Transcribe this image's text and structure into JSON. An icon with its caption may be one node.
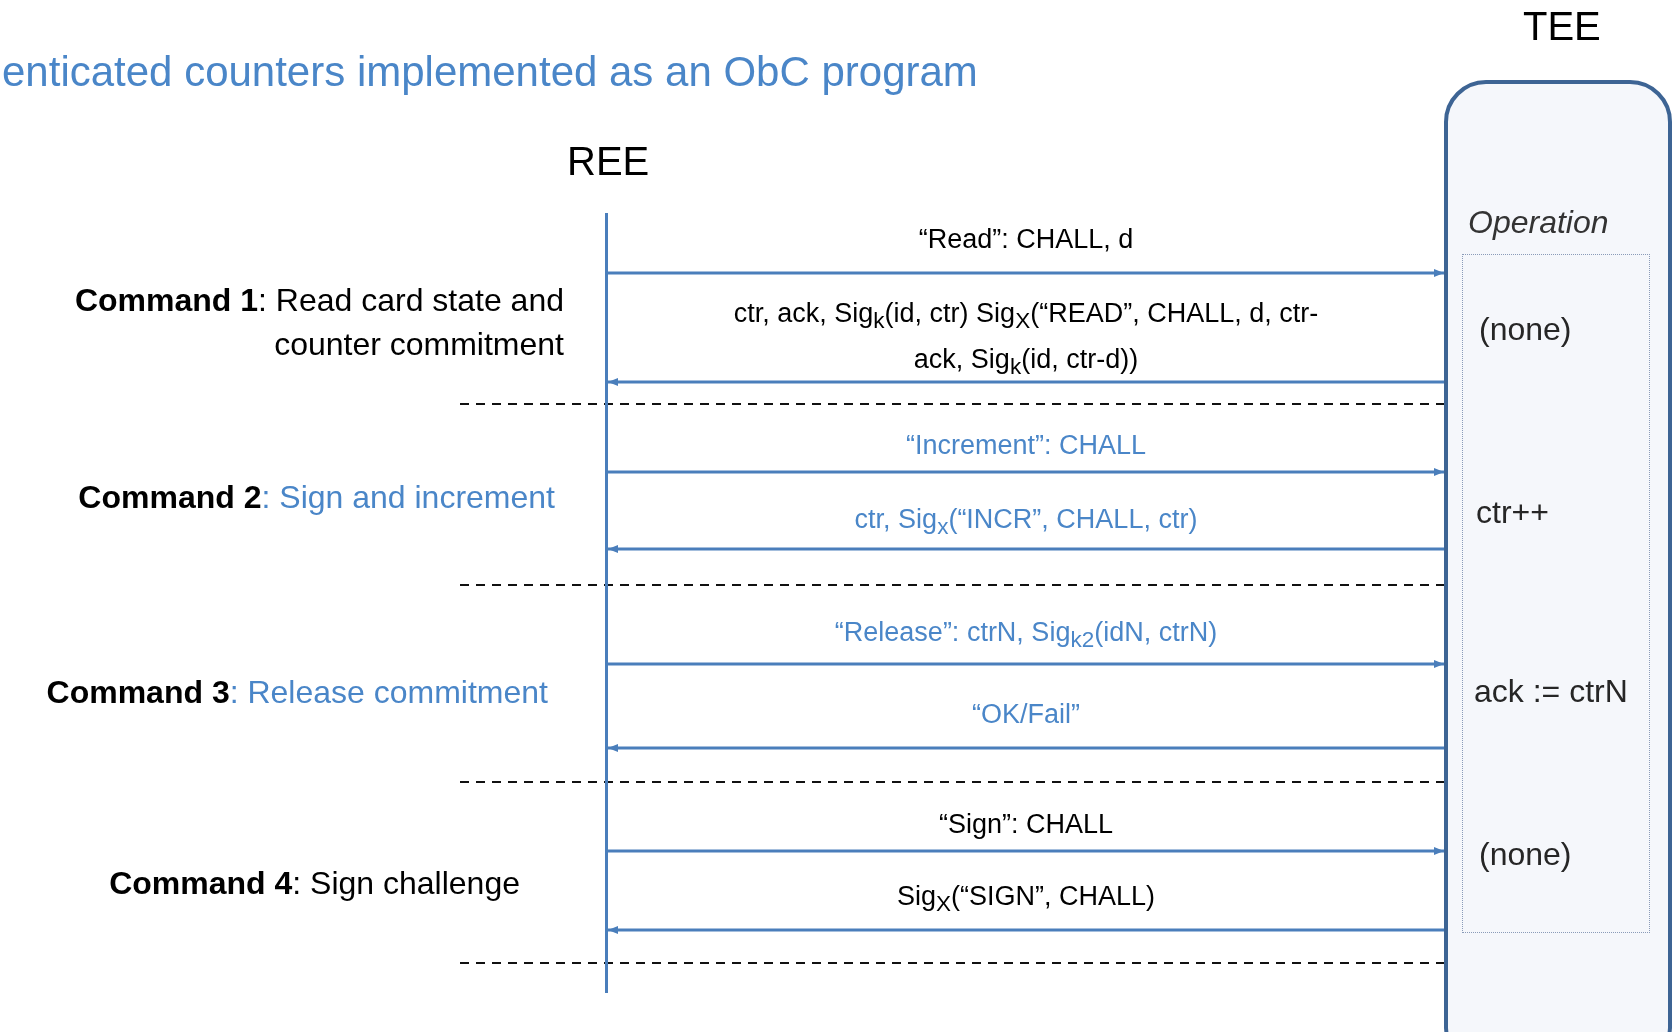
{
  "diagram": {
    "title": "enticated counters implemented as an ObC program",
    "nodes": [
      {
        "text": [
          "REE"
        ]
      },
      {
        "text": [
          "TEE",
          "Operation"
        ]
      }
    ],
    "edges": [
      {
        "from": 0,
        "to": 1,
        "arrow": "to",
        "label": "“Read”: CHALL, d"
      },
      {
        "from": 1,
        "to": 0,
        "arrow": "to",
        "label": "ctr, ack, Sig$_{k}$(id, ctr) Sig$_{X}$(“READ”, CHALL, d, ctr-ack, Sig$_{k}$(id, ctr-d))"
      },
      {
        "from": 0,
        "to": 1,
        "arrow": "to",
        "label": "“Increment”: CHALL"
      },
      {
        "from": 1,
        "to": 0,
        "arrow": "to",
        "label": "ctr, Sig$_{x}$(“INCR”, CHALL, ctr)"
      },
      {
        "from": 0,
        "to": 1,
        "arrow": "to",
        "label": "“Release”: ctrN, Sig$_{k2}$(idN, ctrN)"
      },
      {
        "from": 1,
        "to": 0,
        "arrow": "to",
        "label": "“OK/Fail”"
      },
      {
        "from": 0,
        "to": 1,
        "arrow": "to",
        "label": "“Sign”: CHALL"
      },
      {
        "from": 1,
        "to": 0,
        "arrow": "to",
        "label": "Sig$_{X}$(“SIGN”, CHALL)"
      }
    ],
    "labels": [
      "**Command 1**: Read card state and counter commitment",
      "(none)",
      "**Command 2**: Sign and increment",
      "ctr++",
      "**Command 3**: Release commitment",
      "ack := ctrN",
      "**Command 4**: Sign challenge",
      "(none)"
    ]
  }
}
